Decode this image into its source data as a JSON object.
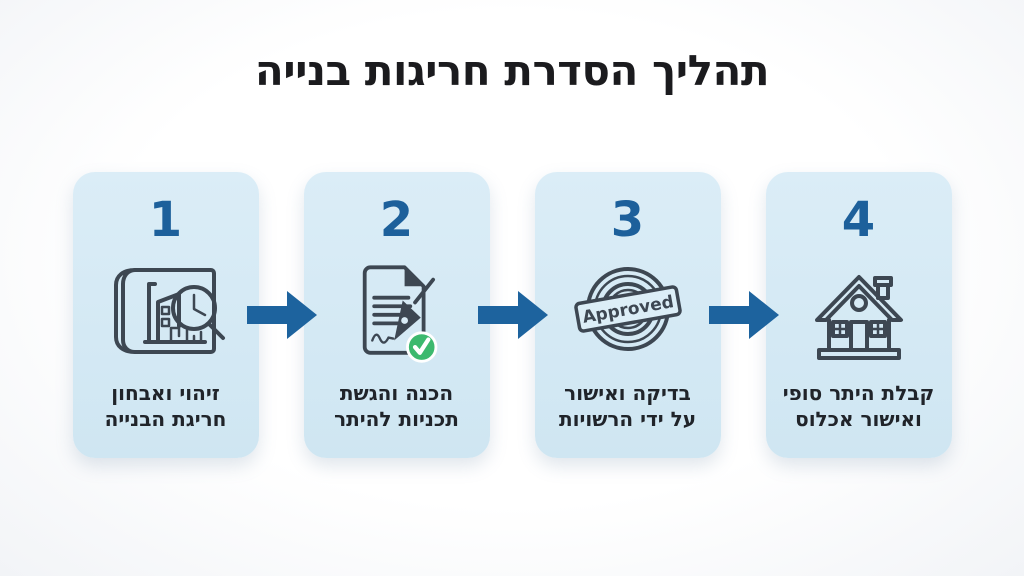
{
  "page": {
    "title": "תהליך הסדרת חריגות בנייה"
  },
  "colors": {
    "card_background": "#d6e9f4",
    "accent_blue": "#1d609b",
    "title_text": "#1b1b1e",
    "caption_text": "#20242a",
    "icon_stroke": "#3d4752",
    "check_green": "#3cb96e",
    "page_background": "#ffffff"
  },
  "steps": [
    {
      "number": "1",
      "icon": "blueprint-magnifier-icon",
      "caption_line1": "זיהוי ואבחון",
      "caption_line2": "חריגת הבנייה"
    },
    {
      "number": "2",
      "icon": "document-pen-check-icon",
      "caption_line1": "הכנה והגשת",
      "caption_line2": "תכניות להיתר"
    },
    {
      "number": "3",
      "icon": "approved-stamp-icon",
      "stamp_label": "Approved",
      "caption_line1": "בדיקה ואישור",
      "caption_line2": "על ידי הרשויות"
    },
    {
      "number": "4",
      "icon": "house-icon",
      "caption_line1": "קבלת היתר סופי",
      "caption_line2": "ואישור אכלוס"
    }
  ]
}
